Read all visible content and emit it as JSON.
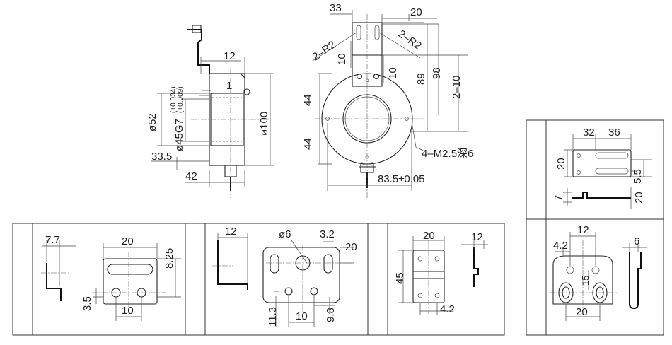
{
  "top_left_view": {
    "dim_12": "12",
    "dim_1": "1",
    "dim_d52": "ø52",
    "dim_d45": "ø45G7",
    "dim_tol_upper": "(+0.034)",
    "dim_tol_lower": "(+0.009)",
    "dim_d100": "ø100",
    "dim_33_5": "33.5",
    "dim_42": "42"
  },
  "top_front_view": {
    "dim_33": "33",
    "dim_20": "20",
    "dim_2R2_left": "2–R2",
    "dim_2R2_right": "2–R2",
    "dim_10_left": "10",
    "dim_10_right": "10",
    "dim_89": "89",
    "dim_98": "98",
    "dim_2_10": "2–10",
    "dim_44_top": "44",
    "dim_44_bottom": "44",
    "dim_m25": "4–M2.5深6",
    "dim_83_5": "83.5±0.05"
  },
  "panel_a": {
    "dim_7_7": "7.7",
    "dim_20": "20",
    "dim_8_25": "8.25",
    "dim_3_5": "3.5",
    "dim_10": "10"
  },
  "panel_b": {
    "dim_12": "12",
    "dim_d6": "ø6",
    "dim_3_2": "3.2",
    "dim_20": "20",
    "dim_11_3": "11.3",
    "dim_10": "10",
    "dim_9_8": "9.8"
  },
  "panel_c": {
    "dim_20": "20",
    "dim_12": "12",
    "dim_45": "45",
    "dim_4_2": "4.2"
  },
  "panel_d": {
    "dim_32": "32",
    "dim_36": "36",
    "dim_20_left": "20",
    "dim_5_5": "5.5",
    "dim_7": "7",
    "dim_20_right": "20"
  },
  "panel_e": {
    "dim_12": "12",
    "dim_4_2": "4.2",
    "dim_6": "6",
    "dim_15": "15",
    "dim_20": "20"
  }
}
